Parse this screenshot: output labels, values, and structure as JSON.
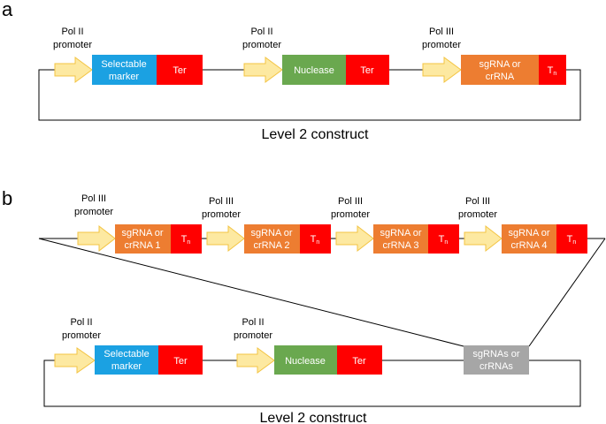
{
  "colors": {
    "promoter_fill": "#FDE9A1",
    "promoter_stroke": "#F3C443",
    "selectable_marker": "#1BA1E2",
    "terminator": "#FF0000",
    "nuclease": "#6AA84F",
    "sgrna": "#ED7D31",
    "sgrna_combined": "#A6A6A6",
    "line": "#000000"
  },
  "panel_a": {
    "letter": "a",
    "promoters": [
      {
        "line1": "Pol II",
        "line2": "promoter"
      },
      {
        "line1": "Pol II",
        "line2": "promoter"
      },
      {
        "line1": "Pol III",
        "line2": "promoter"
      }
    ],
    "selectable_marker": {
      "line1": "Selectable",
      "line2": "marker"
    },
    "ter_1": "Ter",
    "nuclease": "Nuclease",
    "ter_2": "Ter",
    "sgrna": {
      "line1": "sgRNA or",
      "line2": "crRNA"
    },
    "tn": {
      "main": "T",
      "sub": "n"
    },
    "construct_label": "Level 2 construct"
  },
  "panel_b": {
    "letter": "b",
    "top_promoters": [
      {
        "line1": "Pol III",
        "line2": "promoter"
      },
      {
        "line1": "Pol III",
        "line2": "promoter"
      },
      {
        "line1": "Pol III",
        "line2": "promoter"
      },
      {
        "line1": "Pol III",
        "line2": "promoter"
      }
    ],
    "sgrnas": [
      {
        "line1": "sgRNA or",
        "line2": "crRNA 1"
      },
      {
        "line1": "sgRNA or",
        "line2": "crRNA 2"
      },
      {
        "line1": "sgRNA or",
        "line2": "crRNA 3"
      },
      {
        "line1": "sgRNA or",
        "line2": "crRNA 4"
      }
    ],
    "tn": {
      "main": "T",
      "sub": "n"
    },
    "bottom_promoters": [
      {
        "line1": "Pol II",
        "line2": "promoter"
      },
      {
        "line1": "Pol II",
        "line2": "promoter"
      }
    ],
    "selectable_marker": {
      "line1": "Selectable",
      "line2": "marker"
    },
    "ter_1": "Ter",
    "nuclease": "Nuclease",
    "ter_2": "Ter",
    "combined": {
      "line1": "sgRNAs or",
      "line2": "crRNAs"
    },
    "construct_label": "Level 2 construct"
  }
}
